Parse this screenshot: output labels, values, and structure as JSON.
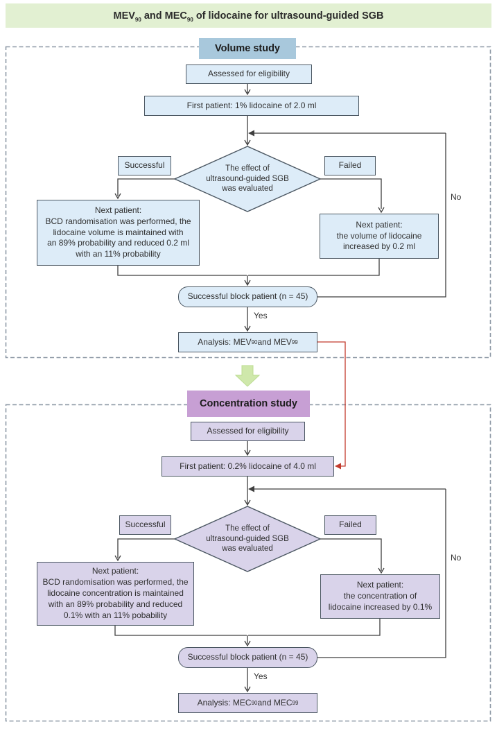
{
  "colors": {
    "header_bg": "#e2f0d2",
    "volume_accent": "#a8c8dc",
    "volume_box_fill": "#ddecf8",
    "concentration_accent": "#c79fd4",
    "concentration_box_fill": "#d9d3ea",
    "box_border": "#4a5661",
    "dashed_border": "#8d98a5",
    "connector": "#3f3f3f",
    "crossover_red": "#c23b2e",
    "transition_arrow_green": "#cfe8ab"
  },
  "header": {
    "title": {
      "p1": "MEV",
      "sub1": "90",
      "p2": " and MEC",
      "sub2": "90",
      "p3": " of lidocaine for ultrasound-guided SGB"
    }
  },
  "volume": {
    "section_label": "Volume study",
    "assessed": "Assessed for eligibility",
    "first_patient": "First patient: 1% lidocaine of 2.0 ml",
    "decision": "The effect of\nultrasound-guided SGB\nwas evaluated",
    "successful_label": "Successful",
    "failed_label": "Failed",
    "next_patient_success": "Next patient:\nBCD randomisation was performed, the\nlidocaine volume is maintained with\nan 89% probability and reduced 0.2 ml\nwith an 11% probability",
    "next_patient_failed": "Next patient:\nthe volume of lidocaine\nincreased by 0.2 ml",
    "successful_block": "Successful block patient (n = 45)",
    "yes_label": "Yes",
    "no_label": "No",
    "analysis": {
      "p1": "Analysis: MEV",
      "sub1": "90",
      "p2": " and MEV",
      "sub2": "99"
    }
  },
  "concentration": {
    "section_label": "Concentration study",
    "assessed": "Assessed for eligibility",
    "first_patient": "First patient: 0.2% lidocaine of 4.0 ml",
    "decision": "The effect of\nultrasound-guided SGB\nwas evaluated",
    "successful_label": "Successful",
    "failed_label": "Failed",
    "next_patient_success": "Next patient:\nBCD randomisation was performed, the\nlidocaine concentration is maintained\nwith an 89% probability and reduced\n0.1% with an 11% pobability",
    "next_patient_failed": "Next patient:\nthe concentration of\nlidocaine increased by 0.1%",
    "successful_block": "Successful block patient (n = 45)",
    "yes_label": "Yes",
    "no_label": "No",
    "analysis": {
      "p1": "Analysis: MEC",
      "sub1": "90",
      "p2": " and MEC",
      "sub2": "99"
    }
  }
}
